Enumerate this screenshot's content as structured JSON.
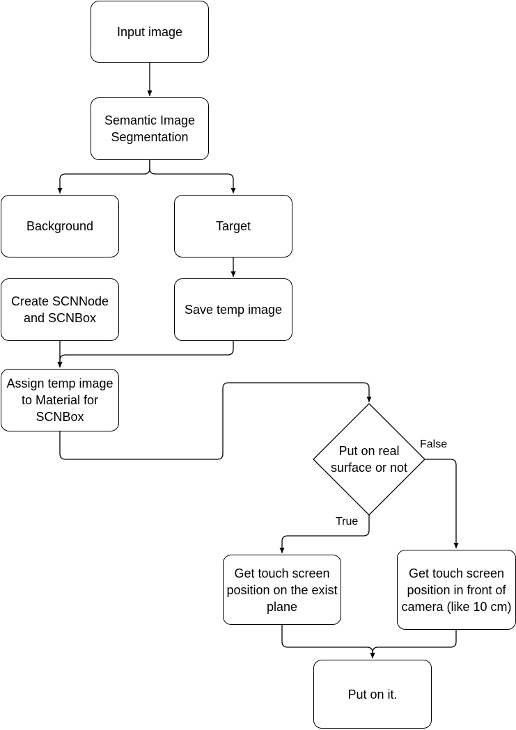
{
  "nodes": {
    "input_image": "Input image",
    "semantic_segmentation": "Semantic Image Segmentation",
    "background": "Background",
    "target": "Target",
    "create_scnnode": "Create SCNNode and SCNBox",
    "save_temp_image": "Save temp image",
    "assign_temp_image": "Assign temp image to Material for SCNBox",
    "decision": "Put on real surface or not",
    "touch_existing_plane": "Get touch screen position on the exist plane",
    "touch_front_camera": "Get touch screen position in front of camera (like 10 cm)",
    "put_on_it": "Put on it."
  },
  "edge_labels": {
    "false": "False",
    "true": "True"
  }
}
